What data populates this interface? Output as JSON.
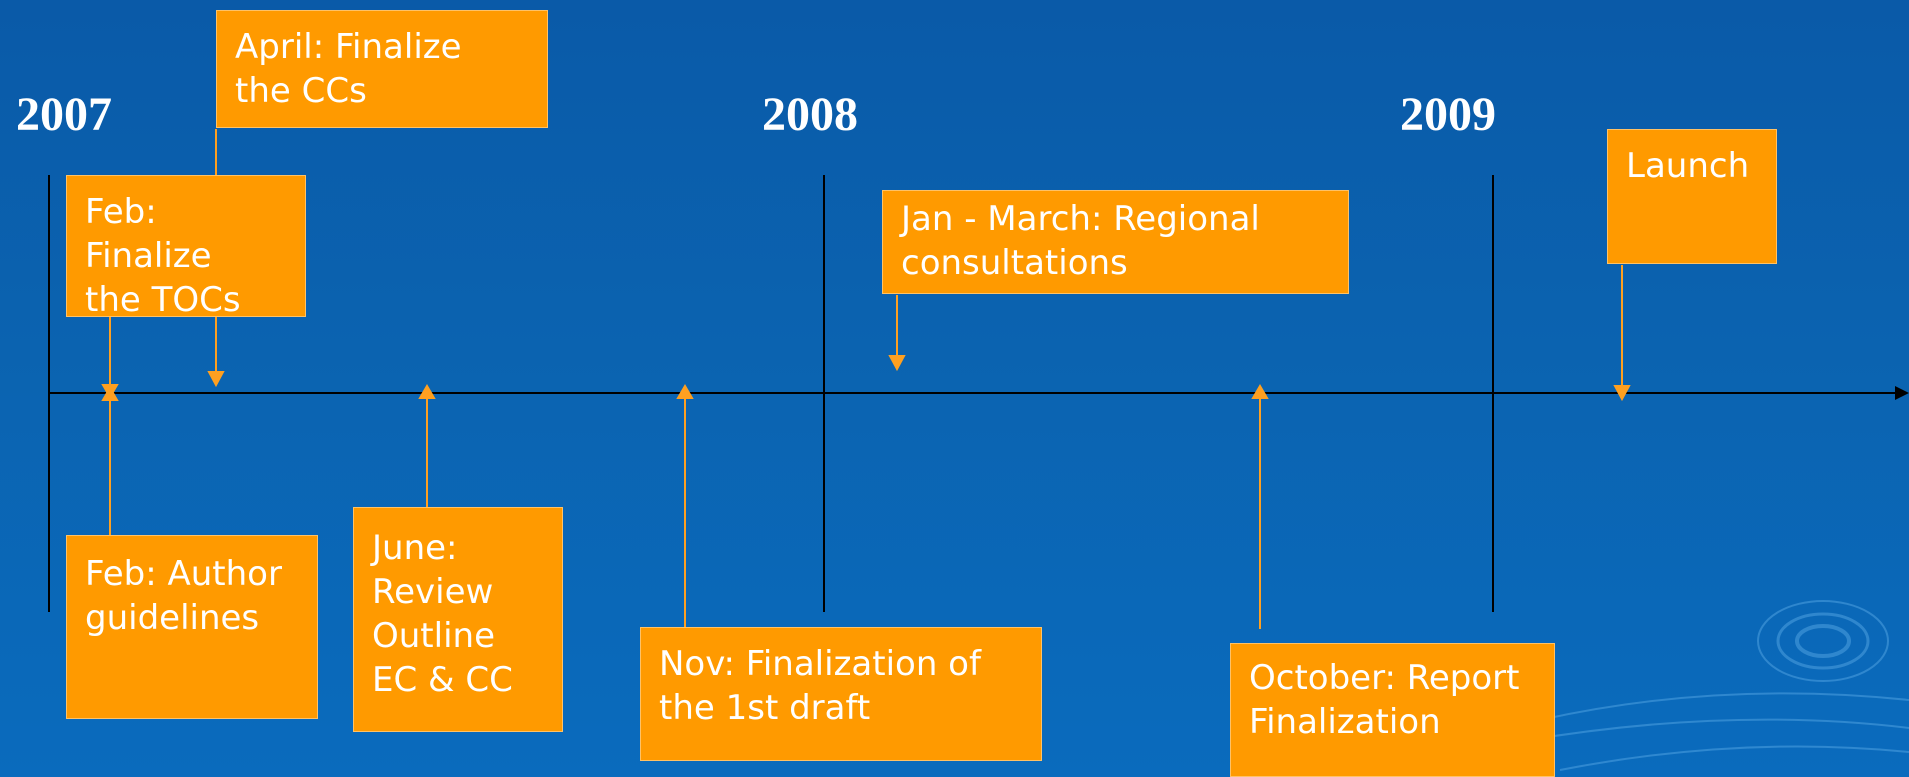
{
  "years": [
    "2007",
    "2008",
    "2009"
  ],
  "milestones": [
    {
      "id": "april",
      "text": "April: Finalize\nthe CCs"
    },
    {
      "id": "feb-toc",
      "text": "Feb:\nFinalize\nthe TOCs"
    },
    {
      "id": "feb-author",
      "text": "Feb: Author\nguidelines"
    },
    {
      "id": "june",
      "text": "June:\nReview\nOutline\nEC & CC"
    },
    {
      "id": "nov",
      "text": "Nov: Finalization of\nthe 1st draft"
    },
    {
      "id": "jan-march",
      "text": "Jan - March: Regional\nconsultations"
    },
    {
      "id": "october",
      "text": "October: Report\nFinalization"
    },
    {
      "id": "launch",
      "text": "Launch"
    }
  ],
  "colors": {
    "background": "#0b63b0",
    "box": "#ff9a00",
    "connector": "#ffa020",
    "axis": "#000000",
    "year_text": "#ffffff"
  }
}
